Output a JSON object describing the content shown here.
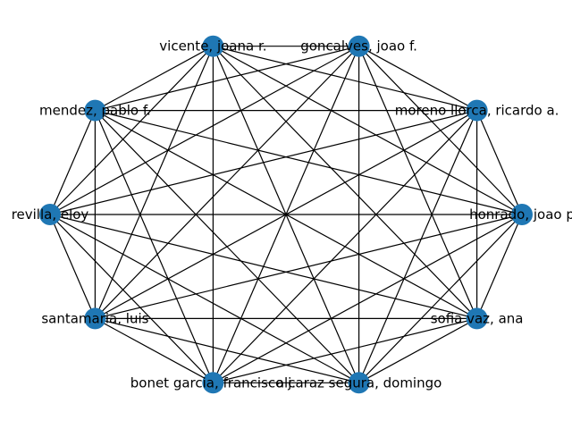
{
  "graph": {
    "type": "complete-graph",
    "node_color": "#1f77b4",
    "edge_color": "#000000",
    "nodes": [
      {
        "id": "honrado",
        "label": "honrado, joao p"
      },
      {
        "id": "moreno",
        "label": "moreno llorca, ricardo a."
      },
      {
        "id": "goncalves",
        "label": "goncalves, joao f."
      },
      {
        "id": "vicente",
        "label": "vicente, joana r."
      },
      {
        "id": "mendez",
        "label": "mendez, pablo f."
      },
      {
        "id": "revilla",
        "label": "revilla, eloy"
      },
      {
        "id": "santamaria",
        "label": "santamaria, luis"
      },
      {
        "id": "bonet",
        "label": "bonet garcia, francisco j."
      },
      {
        "id": "alcaraz",
        "label": "alcaraz segura, domingo"
      },
      {
        "id": "sofia",
        "label": "sofia vaz, ana"
      }
    ],
    "edges": "all-pairs"
  }
}
